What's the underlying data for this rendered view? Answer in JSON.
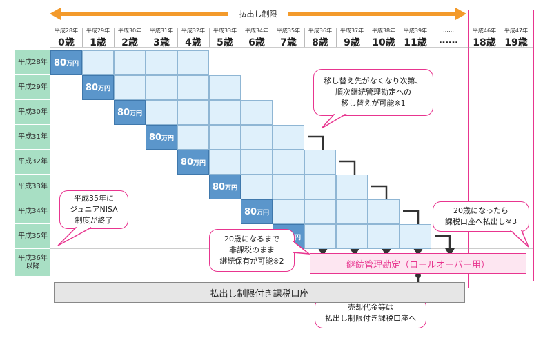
{
  "top_label": "払出し制限",
  "columns": [
    {
      "era": "平成28年",
      "age": "0歳"
    },
    {
      "era": "平成29年",
      "age": "1歳"
    },
    {
      "era": "平成30年",
      "age": "2歳"
    },
    {
      "era": "平成31年",
      "age": "3歳"
    },
    {
      "era": "平成32年",
      "age": "4歳"
    },
    {
      "era": "平成33年",
      "age": "5歳"
    },
    {
      "era": "平成34年",
      "age": "6歳"
    },
    {
      "era": "平成35年",
      "age": "7歳"
    },
    {
      "era": "平成36年",
      "age": "8歳"
    },
    {
      "era": "平成37年",
      "age": "9歳"
    },
    {
      "era": "平成38年",
      "age": "10歳"
    },
    {
      "era": "平成39年",
      "age": "11歳"
    },
    {
      "era": "……",
      "age": "……"
    },
    {
      "era": "平成46年",
      "age": "18歳"
    },
    {
      "era": "平成47年",
      "age": "19歳"
    }
  ],
  "rows": [
    "平成28年",
    "平成29年",
    "平成30年",
    "平成31年",
    "平成32年",
    "平成33年",
    "平成34年",
    "平成35年",
    "平成36年\n以降"
  ],
  "amount": "80",
  "amount_unit": "万円",
  "bubble_transfer": "移し替え先がなくなり次第、\n順次継続管理勘定への\n移し替えが可能※1",
  "bubble_end": "平成35年に\nジュニアNISA\n制度が終了",
  "bubble_hold": "20歳になるまで\n非課税のまま\n継続保有が可能※2",
  "bubble_withdraw": "20歳になったら\n課税口座へ払出し※3",
  "bubble_sale": "売却代金等は\n払出し制限付き課税口座へ",
  "continuation_account": "継続管理勘定（ロールオーバー用）",
  "restricted_account": "払出し制限付き課税口座",
  "colors": {
    "pink": "#e8358f",
    "orange": "#f39a2b",
    "blue": "#5b96cb",
    "light_blue": "#dff0fb",
    "green": "#a8dfc4"
  }
}
